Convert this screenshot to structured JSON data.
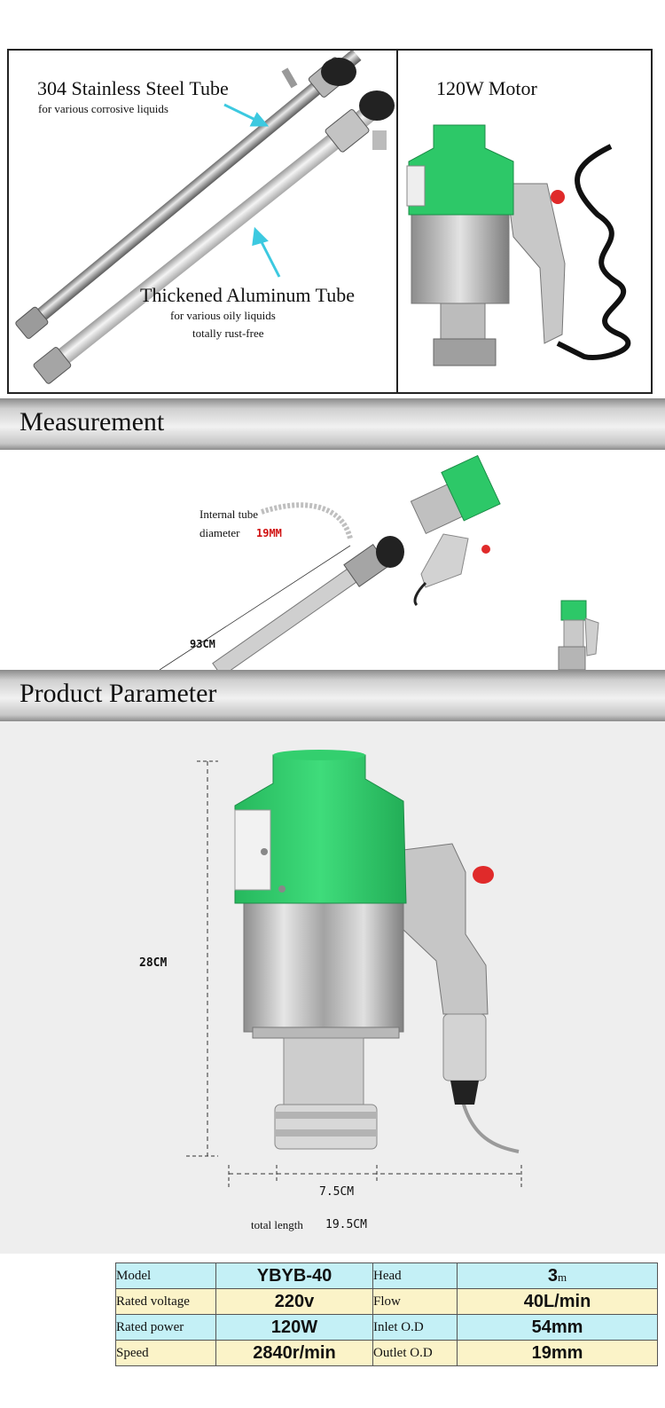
{
  "panel_left": {
    "steel_title": "304 Stainless Steel Tube",
    "steel_sub": "for various corrosive liquids",
    "alu_title": "Thickened Aluminum Tube",
    "alu_sub1": "for various oily liquids",
    "alu_sub2": "totally rust-free"
  },
  "panel_right": {
    "motor_title": "120W Motor"
  },
  "measurement": {
    "heading": "Measurement",
    "diameter_label_1": "Internal tube",
    "diameter_label_2": "diameter",
    "diameter_value": "19MM",
    "length_value": "93CM"
  },
  "product": {
    "heading": "Product Parameter",
    "height_label": "28CM",
    "width_label": "7.5CM",
    "total_length_label": "total length",
    "total_length_value": "19.5CM"
  },
  "params": [
    {
      "k1": "Model",
      "v1": "YBYB-40",
      "k2": "Head",
      "v2": "3",
      "u2": "m"
    },
    {
      "k1": "Rated voltage",
      "v1": "220v",
      "k2": "Flow",
      "v2": "40L/min",
      "u2": ""
    },
    {
      "k1": "Rated power",
      "v1": "120W",
      "k2": "Inlet O.D",
      "v2": "54mm",
      "u2": ""
    },
    {
      "k1": "Speed",
      "v1": "2840r/min",
      "k2": "Outlet O.D",
      "v2": "19mm",
      "u2": ""
    }
  ],
  "colors": {
    "pump_green": "#2dc868",
    "accent_cyan": "#3cc9e0",
    "red_button": "#e02a2a",
    "row_blue": "#c4f0f6",
    "row_yellow": "#fbf3c8"
  }
}
